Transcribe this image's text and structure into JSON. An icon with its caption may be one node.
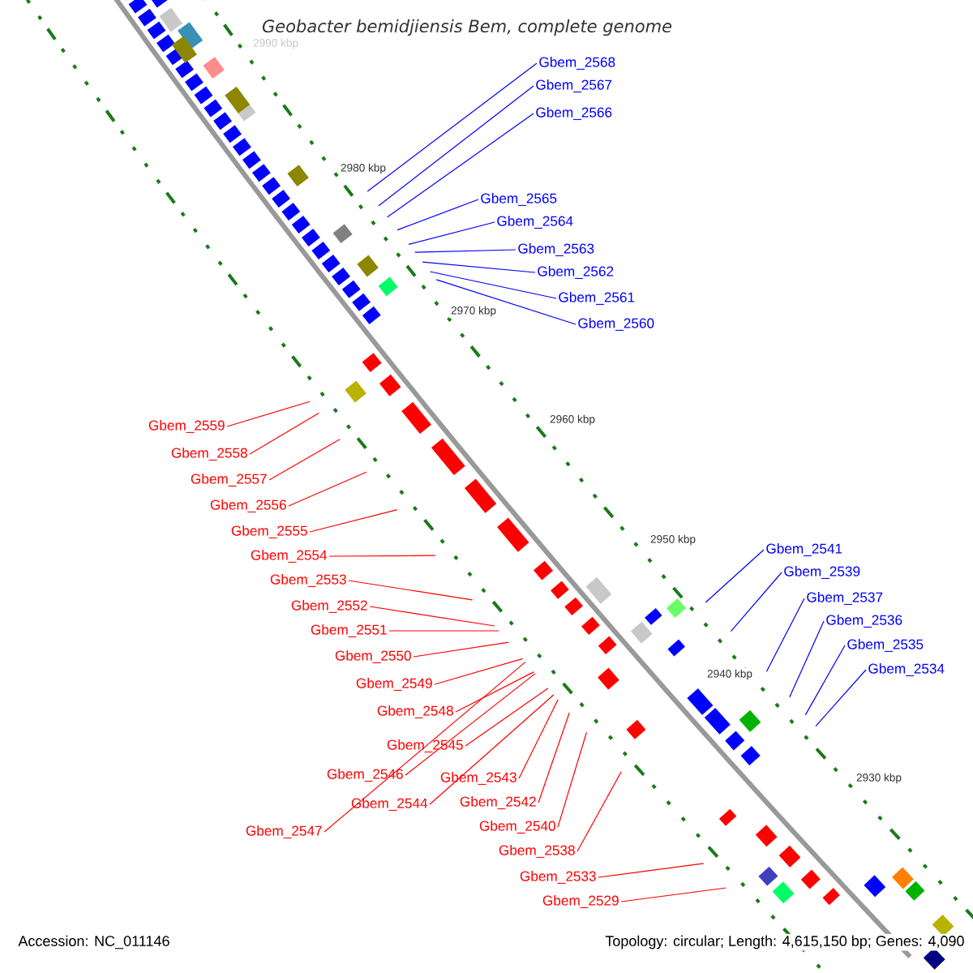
{
  "diagram": {
    "title": "Geobacter bemidjiensis Bem, complete genome",
    "nodes": [
      {
        "text": [
          "Gbem_2568"
        ]
      },
      {
        "text": [
          "Gbem_2567"
        ]
      },
      {
        "text": [
          "Gbem_2566"
        ]
      },
      {
        "text": [
          "Gbem_2565"
        ]
      },
      {
        "text": [
          "Gbem_2564"
        ]
      },
      {
        "text": [
          "Gbem_2563"
        ]
      },
      {
        "text": [
          "Gbem_2562"
        ]
      },
      {
        "text": [
          "Gbem_2561"
        ]
      },
      {
        "text": [
          "Gbem_2560"
        ]
      },
      {
        "text": [
          "Gbem_2559"
        ]
      },
      {
        "text": [
          "Gbem_2558"
        ]
      },
      {
        "text": [
          "Gbem_2557"
        ]
      },
      {
        "text": [
          "Gbem_2556"
        ]
      },
      {
        "text": [
          "Gbem_2555"
        ]
      },
      {
        "text": [
          "Gbem_2554"
        ]
      },
      {
        "text": [
          "Gbem_2553"
        ]
      },
      {
        "text": [
          "Gbem_2552"
        ]
      },
      {
        "text": [
          "Gbem_2551"
        ]
      },
      {
        "text": [
          "Gbem_2550"
        ]
      },
      {
        "text": [
          "Gbem_2549"
        ]
      },
      {
        "text": [
          "Gbem_2548"
        ]
      },
      {
        "text": [
          "Gbem_2545"
        ]
      },
      {
        "text": [
          "Gbem_2546"
        ]
      },
      {
        "text": [
          "Gbem_2543"
        ]
      },
      {
        "text": [
          "Gbem_2544"
        ]
      },
      {
        "text": [
          "Gbem_2542"
        ]
      },
      {
        "text": [
          "Gbem_2547"
        ]
      },
      {
        "text": [
          "Gbem_2540"
        ]
      },
      {
        "text": [
          "Gbem_2538"
        ]
      },
      {
        "text": [
          "Gbem_2533"
        ]
      },
      {
        "text": [
          "Gbem_2529"
        ]
      },
      {
        "text": [
          "Gbem_2541"
        ]
      },
      {
        "text": [
          "Gbem_2539"
        ]
      },
      {
        "text": [
          "Gbem_2537"
        ]
      },
      {
        "text": [
          "Gbem_2536"
        ]
      },
      {
        "text": [
          "Gbem_2535"
        ]
      },
      {
        "text": [
          "Gbem_2534"
        ]
      }
    ],
    "edges": [
      {
        "from": 0,
        "to": null,
        "arrow": "none",
        "color": "#0000ff"
      },
      {
        "from": 1,
        "to": null,
        "arrow": "none",
        "color": "#0000ff"
      },
      {
        "from": 2,
        "to": null,
        "arrow": "none",
        "color": "#0000ff"
      },
      {
        "from": 3,
        "to": null,
        "arrow": "none",
        "color": "#0000ff"
      },
      {
        "from": 4,
        "to": null,
        "arrow": "none",
        "color": "#0000ff"
      },
      {
        "from": 5,
        "to": null,
        "arrow": "none",
        "color": "#0000ff"
      },
      {
        "from": 6,
        "to": null,
        "arrow": "none",
        "color": "#0000ff"
      },
      {
        "from": 7,
        "to": null,
        "arrow": "none",
        "color": "#0000ff"
      },
      {
        "from": 8,
        "to": null,
        "arrow": "none",
        "color": "#0000ff"
      },
      {
        "from": 9,
        "to": null,
        "arrow": "none"
      },
      {
        "from": 10,
        "to": null,
        "arrow": "none"
      },
      {
        "from": 11,
        "to": null,
        "arrow": "none"
      },
      {
        "from": 12,
        "to": null,
        "arrow": "none"
      },
      {
        "from": 13,
        "to": null,
        "arrow": "none"
      },
      {
        "from": 14,
        "to": null,
        "arrow": "none"
      },
      {
        "from": 15,
        "to": null,
        "arrow": "none"
      },
      {
        "from": 16,
        "to": null,
        "arrow": "none"
      },
      {
        "from": 17,
        "to": null,
        "arrow": "none"
      },
      {
        "from": 18,
        "to": null,
        "arrow": "none"
      },
      {
        "from": 19,
        "to": null,
        "arrow": "none"
      },
      {
        "from": 20,
        "to": null,
        "arrow": "none"
      },
      {
        "from": 21,
        "to": null,
        "arrow": "none"
      },
      {
        "from": 22,
        "to": null,
        "arrow": "none"
      },
      {
        "from": 23,
        "to": null,
        "arrow": "none"
      },
      {
        "from": 24,
        "to": null,
        "arrow": "none"
      },
      {
        "from": 25,
        "to": null,
        "arrow": "none"
      },
      {
        "from": 26,
        "to": null,
        "arrow": "none"
      },
      {
        "from": 27,
        "to": null,
        "arrow": "none"
      },
      {
        "from": 28,
        "to": null,
        "arrow": "none"
      },
      {
        "from": 29,
        "to": null,
        "arrow": "none"
      },
      {
        "from": 30,
        "to": null,
        "arrow": "none"
      },
      {
        "from": 31,
        "to": null,
        "arrow": "none",
        "color": "#0000ff"
      },
      {
        "from": 32,
        "to": null,
        "arrow": "none",
        "color": "#0000ff"
      },
      {
        "from": 33,
        "to": null,
        "arrow": "none",
        "color": "#0000ff"
      },
      {
        "from": 34,
        "to": null,
        "arrow": "none",
        "color": "#0000ff"
      },
      {
        "from": 35,
        "to": null,
        "arrow": "none",
        "color": "#0000ff"
      },
      {
        "from": 36,
        "to": null,
        "arrow": "none",
        "color": "#0000ff"
      }
    ],
    "labels": [
      "2990 kbp",
      "2980 kbp",
      "2970 kbp",
      "2960 kbp",
      "2950 kbp",
      "2940 kbp",
      "2930 kbp",
      "Accession: NC_011146",
      "Topology: circular; Length: 4,615,150 bp; Genes: 4,090"
    ]
  }
}
